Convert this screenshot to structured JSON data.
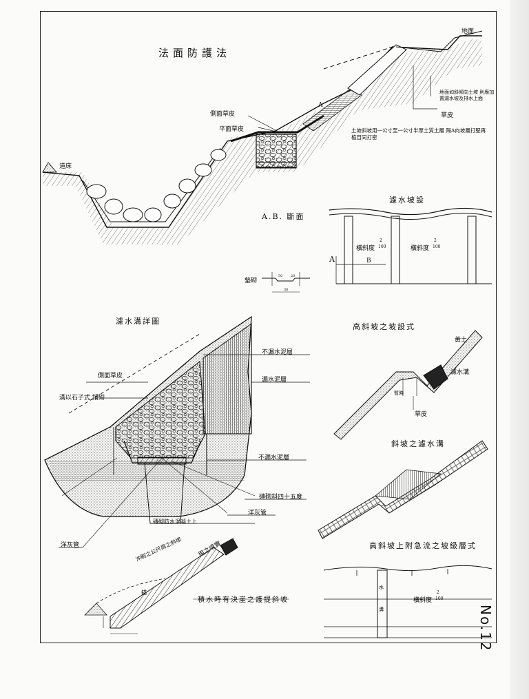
{
  "sheet": {
    "main_title": "法面防護法",
    "sheet_number": "No.12"
  },
  "fig1": {
    "label_side_grass": "側面草皮",
    "label_flat_grass": "平面草皮",
    "label_road": "道床",
    "label_top": "地面",
    "label_A": "A",
    "note_slope": "地面如斜傾向土坡 則應加置漏水坡及排水上面",
    "label_grass": "草皮",
    "note_earth": "土坡斜坡用一公寸至一公寸半厚土質土層 隔A向坡層打堅再植目同打密"
  },
  "fig2": {
    "title": "A.B. 斷面",
    "label_base": "墊砌",
    "dims": [
      "50",
      "20",
      "30"
    ]
  },
  "fig3": {
    "title": "濾水坡設",
    "label_A": "A",
    "label_B": "B",
    "slope_left": "橫斜度",
    "slope_right": "橫斜度",
    "frac_num": "2",
    "frac_den": "100"
  },
  "fig4": {
    "title": "濾水溝詳圖",
    "side_grass": "側面草皮",
    "stone_fill": "滿以石子式,鋪砌",
    "non_leak_top": "不漏水泥層",
    "leak_layer": "漏水泥層",
    "non_leak_mid": "不漏水泥層",
    "brick": "磚砌斜四十五度",
    "drain_pipe": "洋灰管",
    "concrete": "磚砌防水混凝土上",
    "drain_pipe_left": "洋灰管"
  },
  "fig5": {
    "title": "高斜坡之坡設式",
    "earth": "黃土",
    "drain": "濾水溝",
    "dim": "暫時",
    "grass": "草皮"
  },
  "fig6": {
    "title": "斜坡之濾水溝"
  },
  "fig7": {
    "title": "高斜坡上附急流之坡級層式",
    "slope": "橫斜度",
    "frac_num": "2",
    "frac_den": "100",
    "mark_top": "水",
    "mark_mid": "溝"
  },
  "fig8": {
    "note1": "沖刷之公尺高之斜坡",
    "note2": "用之填實",
    "label": "錨",
    "caption": "積水時有決崖之護提斜坡"
  }
}
